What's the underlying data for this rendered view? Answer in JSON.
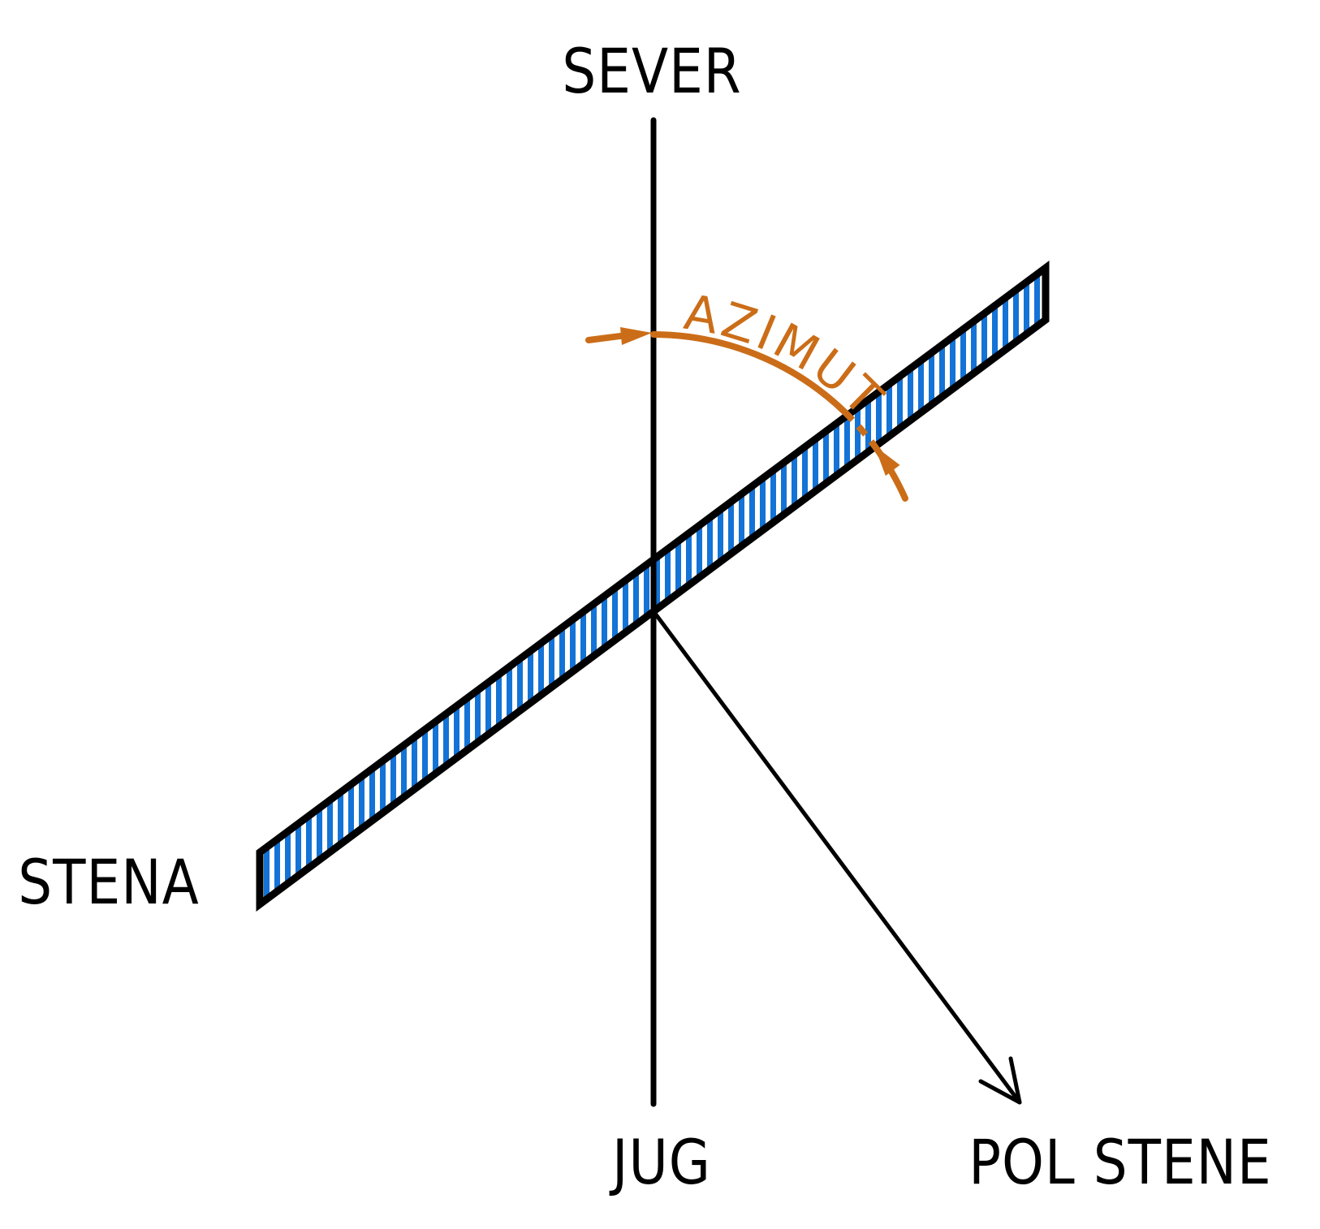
{
  "diagram": {
    "labels": {
      "north": "SEVER",
      "south": "JUG",
      "wall": "STENA",
      "wall_normal": "POL STENE",
      "angle": "AZIMUT"
    },
    "colors": {
      "line_black": "#000000",
      "wall_stripe_blue": "#1373D6",
      "azimuth_orange": "#CB6D18",
      "background": "#FFFFFF"
    }
  }
}
